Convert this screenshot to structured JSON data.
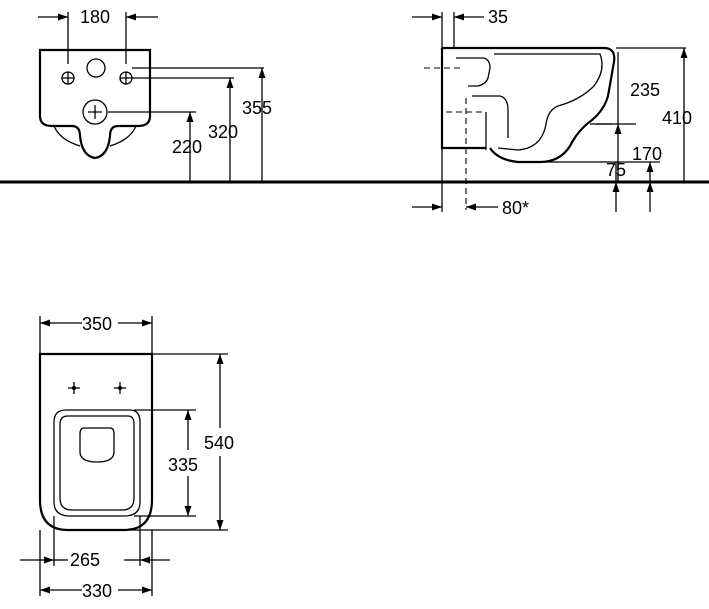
{
  "front_view": {
    "width_label": "180",
    "height_355": "355",
    "height_320": "320",
    "height_220": "220"
  },
  "side_view": {
    "depth_label": "35",
    "height_235": "235",
    "height_410": "410",
    "height_170": "170",
    "height_75": "75",
    "offset_label": "80*"
  },
  "top_view": {
    "width_350": "350",
    "length_540": "540",
    "inner_335": "335",
    "width_265": "265",
    "width_330": "330"
  }
}
